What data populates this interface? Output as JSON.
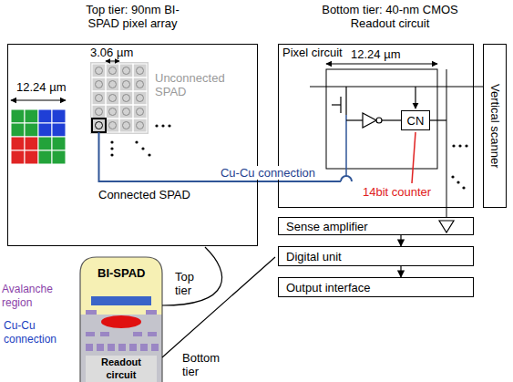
{
  "diagram": {
    "nodes": [
      {
        "text": [
          "Top tier: 90nm BI-SPAD pixel array"
        ]
      },
      {
        "text": [
          "Bottom tier: 40-nm CMOS Readout circuit",
          "Pixel circuit"
        ]
      },
      {
        "text": [
          "CN"
        ],
        "in": 1
      },
      {
        "text": [
          "Vertical scanner"
        ]
      },
      {
        "text": [
          "Sense amplifier"
        ]
      },
      {
        "text": [
          "Digital unit"
        ]
      },
      {
        "text": [
          "Output interface"
        ]
      }
    ],
    "edges": [
      {
        "from": 0,
        "to": 1,
        "label": "Cu-Cu connection",
        "arrow": "none"
      },
      {
        "from": 1,
        "to": 4,
        "arrow": "none"
      },
      {
        "from": 4,
        "to": 5,
        "arrow": "to"
      },
      {
        "from": 5,
        "to": 6,
        "arrow": "to"
      },
      {
        "from": 3,
        "to": 1,
        "arrow": "none"
      }
    ],
    "labels": [
      "12.24 µm",
      "3.06 µm",
      "Unconnected SPAD",
      "Connected SPAD",
      "12.24 µm",
      "14bit counter",
      "BI-SPAD",
      "Avalanche region",
      "Cu-Cu connection",
      "Readout circuit",
      "Top tier",
      "Bottom tier"
    ]
  }
}
